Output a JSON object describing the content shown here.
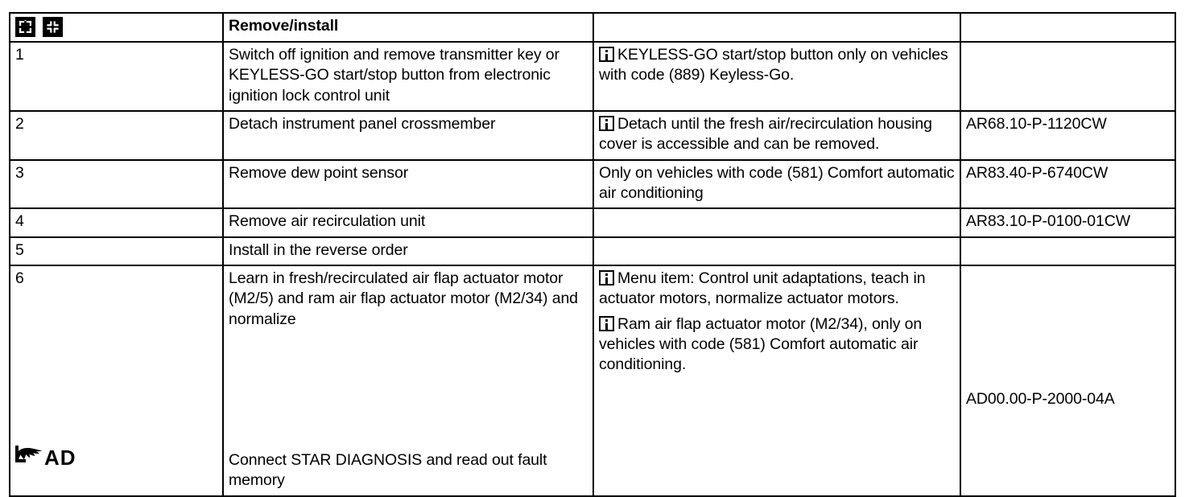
{
  "document": {
    "type": "service-procedure-table",
    "header": {
      "icons": [
        "remove-icon",
        "install-icon"
      ],
      "title": "Remove/install",
      "note_column_label": "",
      "ref_column_label": ""
    },
    "columns": [
      "step",
      "operation",
      "note",
      "reference"
    ],
    "rows": [
      {
        "step": "1",
        "operation": "Switch off ignition and remove transmitter key or KEYLESS-GO start/stop button from electronic ignition lock control unit",
        "notes": [
          {
            "icon": "info-icon",
            "text": "KEYLESS-GO start/stop button only on vehicles with code (889) Keyless-Go."
          }
        ],
        "reference": ""
      },
      {
        "step": "2",
        "operation": "Detach instrument panel crossmember",
        "notes": [
          {
            "icon": "info-icon",
            "text": "Detach until the fresh air/recirculation housing cover is accessible and can be removed."
          }
        ],
        "reference": "AR68.10-P-1120CW"
      },
      {
        "step": "3",
        "operation": "Remove dew point sensor",
        "notes": [
          {
            "icon": "",
            "text": "Only on vehicles with code (581) Comfort automatic air conditioning"
          }
        ],
        "reference": "AR83.40-P-6740CW"
      },
      {
        "step": "4",
        "operation": "Remove air recirculation unit",
        "notes": [],
        "reference": "AR83.10-P-0100-01CW"
      },
      {
        "step": "5",
        "operation": "Install in the reverse order",
        "notes": [],
        "reference": ""
      },
      {
        "step": "6",
        "operation": "Learn in fresh/recirculated air flap actuator motor (M2/5) and ram air flap actuator motor (M2/34) and normalize",
        "notes": [
          {
            "icon": "info-icon",
            "text": "Menu item: Control unit adaptations, teach in actuator motors, normalize actuator motors."
          },
          {
            "icon": "info-icon",
            "text": "Ram air flap actuator motor (M2/34), only on vehicles with code (581) Comfort automatic air conditioning."
          }
        ],
        "reference": ""
      },
      {
        "step": "AD",
        "step_icon": "pointing-hand-icon",
        "operation": "Connect STAR DIAGNOSIS and read out fault memory",
        "notes": [],
        "reference": "AD00.00-P-2000-04A"
      }
    ]
  },
  "colors": {
    "text": "#000000",
    "background": "#ffffff",
    "border": "#000000"
  }
}
